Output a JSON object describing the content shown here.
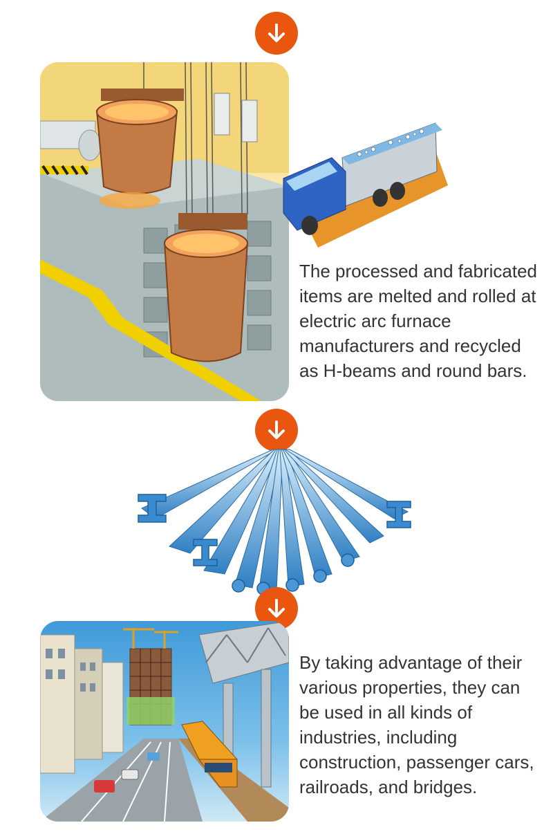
{
  "steps": [
    {
      "text": "The processed and fabricated items are melted and rolled at electric arc furnace manufacturers and recycled as H-beams and round bars.",
      "icons": [
        "down-arrow-icon",
        "steel-mill-ladle-illustration",
        "dump-truck-illustration"
      ]
    },
    {
      "icons": [
        "down-arrow-icon",
        "h-beams-and-round-bars-illustration"
      ]
    },
    {
      "text": "By taking advantage of their various properties, they can be used in all kinds of industries, including construction, passenger cars, railroads, and bridges.",
      "icons": [
        "down-arrow-icon",
        "city-construction-railroad-bridge-illustration"
      ]
    }
  ],
  "colors": {
    "accent": "#e8560f",
    "text": "#333333",
    "steel_blue": "#3f8fcf",
    "copper": "#c47a45"
  }
}
